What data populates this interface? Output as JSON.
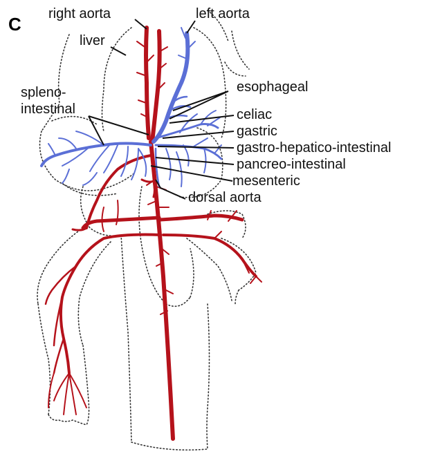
{
  "panel_letter": "C",
  "labels": {
    "right_aorta": "right aorta",
    "left_aorta": "left aorta",
    "liver": "liver",
    "spleno_line1": "spleno-",
    "spleno_line2": "intestinal",
    "esophageal": "esophageal",
    "celiac": "celiac",
    "gastric": "gastric",
    "gastro_hepatico_intestinal": "gastro-hepatico-intestinal",
    "pancreo_intestinal": "pancreo-intestinal",
    "mesenteric": "mesenteric",
    "dorsal_aorta": "dorsal aorta"
  },
  "colors": {
    "artery_red": "#b5121b",
    "vessel_blue": "#5b6fd6",
    "outline": "#333333",
    "background": "#ffffff"
  }
}
